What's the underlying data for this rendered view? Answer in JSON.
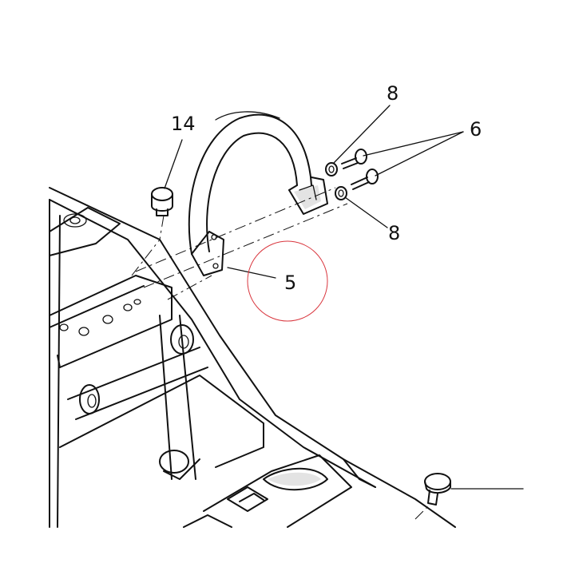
{
  "colors": {
    "line": "#111111",
    "background": "#ffffff",
    "highlight_circle": "#d9363e"
  },
  "callouts": [
    {
      "id": "14",
      "label": "14"
    },
    {
      "id": "8-top",
      "label": "8"
    },
    {
      "id": "6",
      "label": "6"
    },
    {
      "id": "8-bottom",
      "label": "8"
    },
    {
      "id": "5",
      "label": "5"
    }
  ]
}
